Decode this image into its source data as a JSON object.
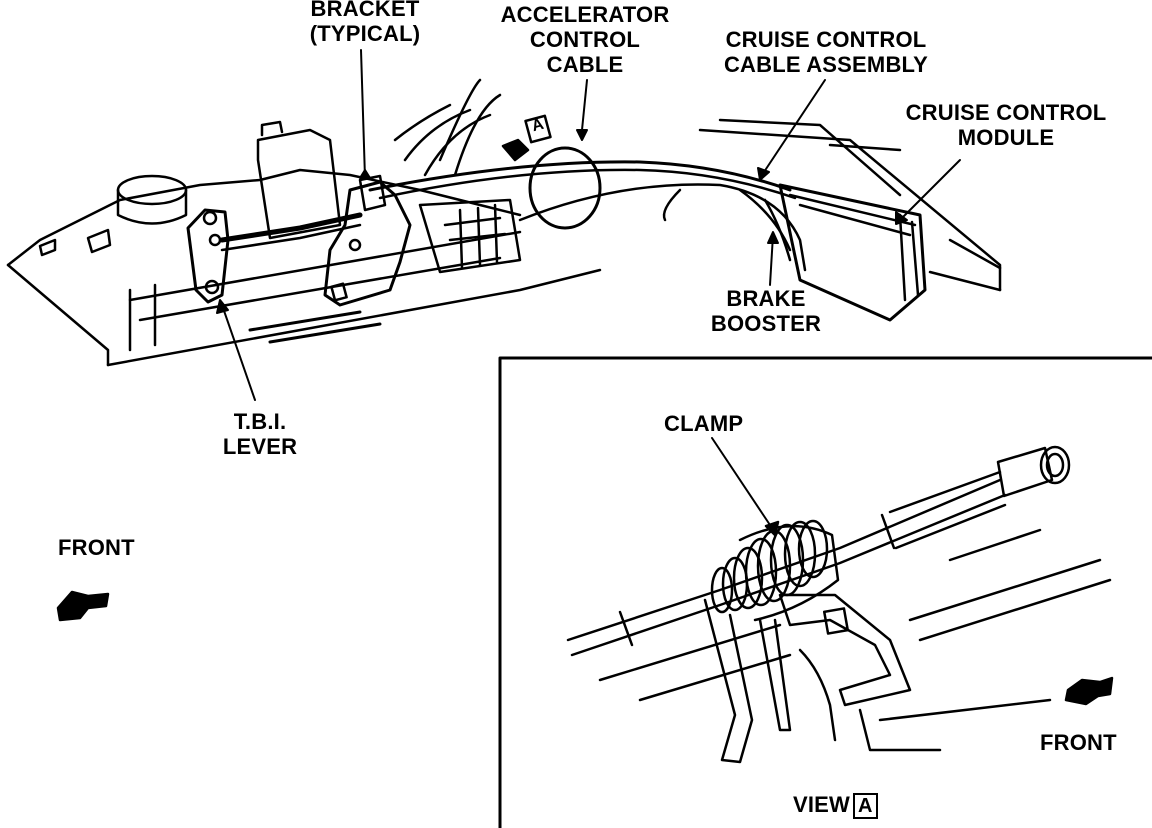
{
  "labels": {
    "bracket_line1": "BRACKET",
    "bracket_line2": "(TYPICAL)",
    "accel_line1": "ACCELERATOR",
    "accel_line2": "CONTROL",
    "accel_line3": "CABLE",
    "cruise_cable_line1": "CRUISE CONTROL",
    "cruise_cable_line2": "CABLE ASSEMBLY",
    "cruise_module_line1": "CRUISE CONTROL",
    "cruise_module_line2": "MODULE",
    "brake_line1": "BRAKE",
    "brake_line2": "BOOSTER",
    "tbi_line1": "T.B.I.",
    "tbi_line2": "LEVER",
    "front_left": "FRONT",
    "clamp": "CLAMP",
    "front_right": "FRONT",
    "view": "VIEW",
    "view_ref": "A",
    "callout_ref": "A"
  }
}
